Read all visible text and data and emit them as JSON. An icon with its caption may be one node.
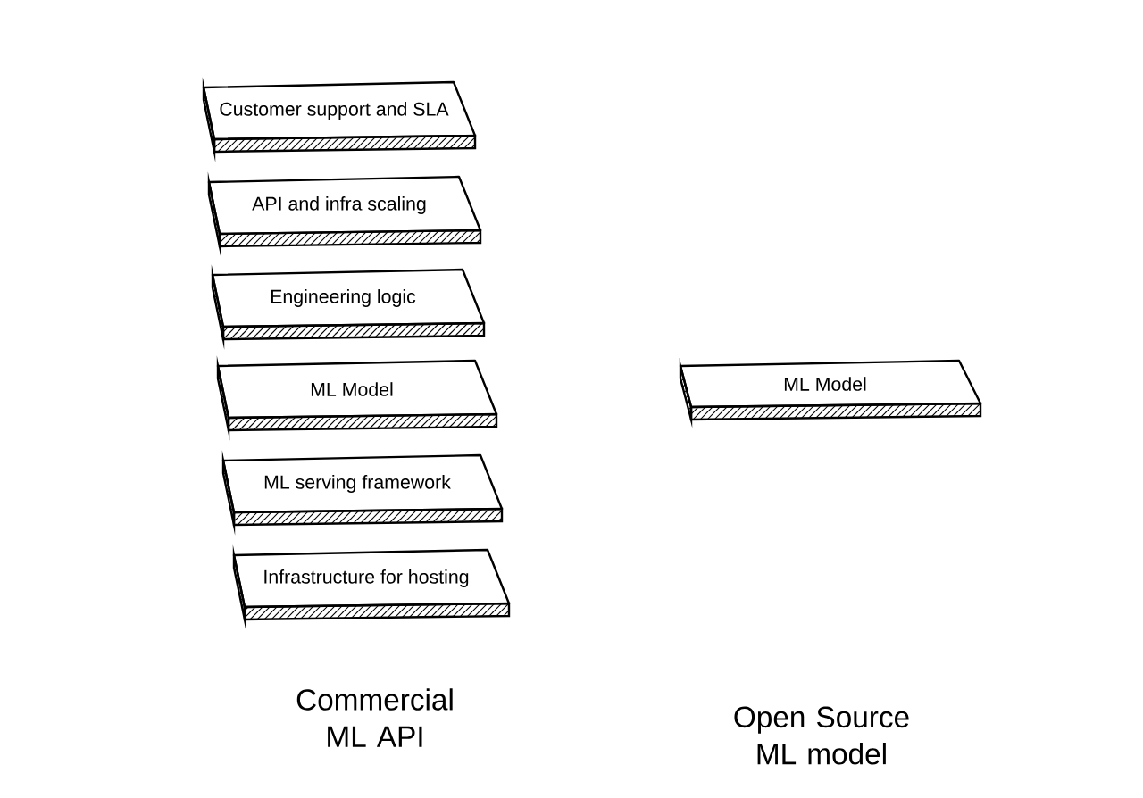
{
  "diagram": {
    "nodes": [
      {
        "text": [
          "Customer support and SLA"
        ]
      },
      {
        "text": [
          "API and infra scaling"
        ]
      },
      {
        "text": [
          "Engineering logic"
        ]
      },
      {
        "text": [
          "ML Model"
        ]
      },
      {
        "text": [
          "ML serving framework"
        ]
      },
      {
        "text": [
          "Infrastructure for hosting"
        ]
      },
      {
        "text": [
          "ML Model"
        ]
      }
    ],
    "labels": [
      "Commercial ML API",
      "Open Source ML model"
    ]
  }
}
